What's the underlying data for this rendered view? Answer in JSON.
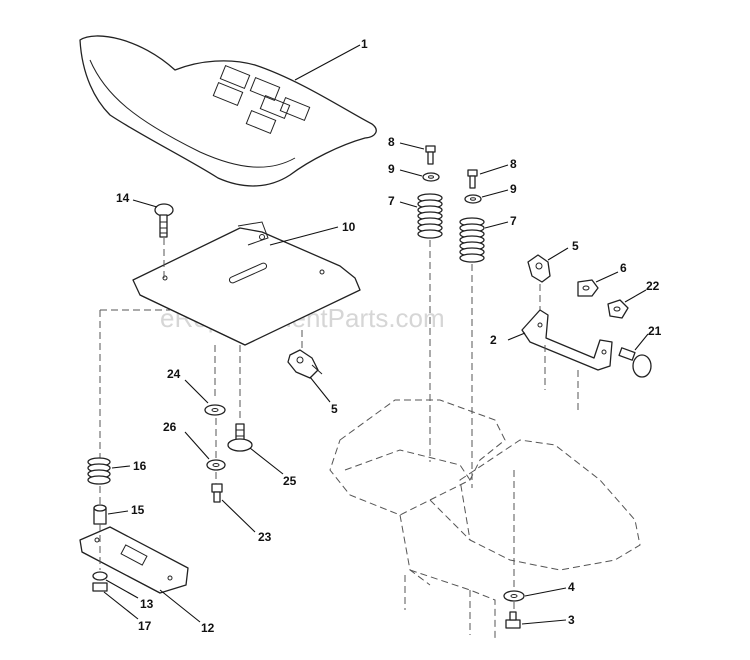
{
  "watermark": "eReplacementParts.com",
  "callouts": {
    "c1": "1",
    "c2": "2",
    "c3": "3",
    "c4": "4",
    "c5a": "5",
    "c5b": "5",
    "c6": "6",
    "c7a": "7",
    "c7b": "7",
    "c8a": "8",
    "c8b": "8",
    "c9a": "9",
    "c9b": "9",
    "c10": "10",
    "c12": "12",
    "c13": "13",
    "c14": "14",
    "c15": "15",
    "c16": "16",
    "c17": "17",
    "c21": "21",
    "c22": "22",
    "c23": "23",
    "c24": "24",
    "c25": "25",
    "c26": "26"
  },
  "colors": {
    "line": "#222222",
    "watermark": "#c9c9c9",
    "background": "#ffffff"
  }
}
